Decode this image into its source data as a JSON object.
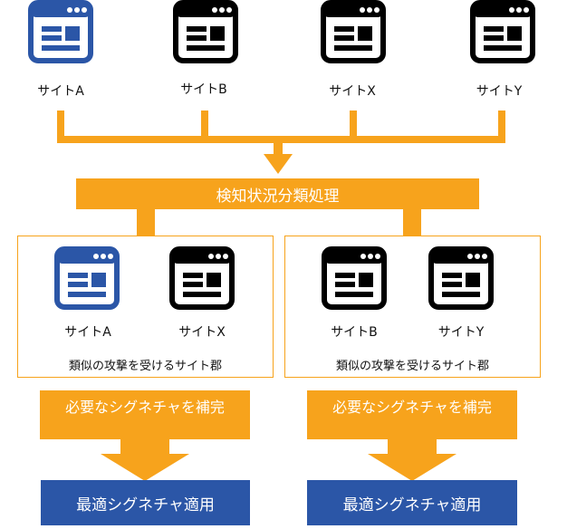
{
  "sites": [
    {
      "label": "サイトA",
      "icon": "browser-window-icon",
      "color": "#2B56A7"
    },
    {
      "label": "サイトB",
      "icon": "browser-window-icon",
      "color": "#000000"
    },
    {
      "label": "サイトX",
      "icon": "browser-window-icon",
      "color": "#000000"
    },
    {
      "label": "サイトY",
      "icon": "browser-window-icon",
      "color": "#000000"
    }
  ],
  "process": {
    "label": "検知状況分類処理"
  },
  "groups": [
    {
      "sites": [
        {
          "label": "サイトA",
          "color": "#2B56A7"
        },
        {
          "label": "サイトX",
          "color": "#000000"
        }
      ],
      "caption": "類似の攻撃を受けるサイト郡",
      "need_label": "必要なシグネチャを補完",
      "result_label": "最適シグネチャ適用"
    },
    {
      "sites": [
        {
          "label": "サイトB",
          "color": "#000000"
        },
        {
          "label": "サイトY",
          "color": "#000000"
        }
      ],
      "caption": "類似の攻撃を受けるサイト郡",
      "need_label": "必要なシグネチャを補完",
      "result_label": "最適シグネチャ適用"
    }
  ],
  "colors": {
    "accent": "#F7A31C",
    "blue": "#2B56A7",
    "black": "#000000"
  }
}
